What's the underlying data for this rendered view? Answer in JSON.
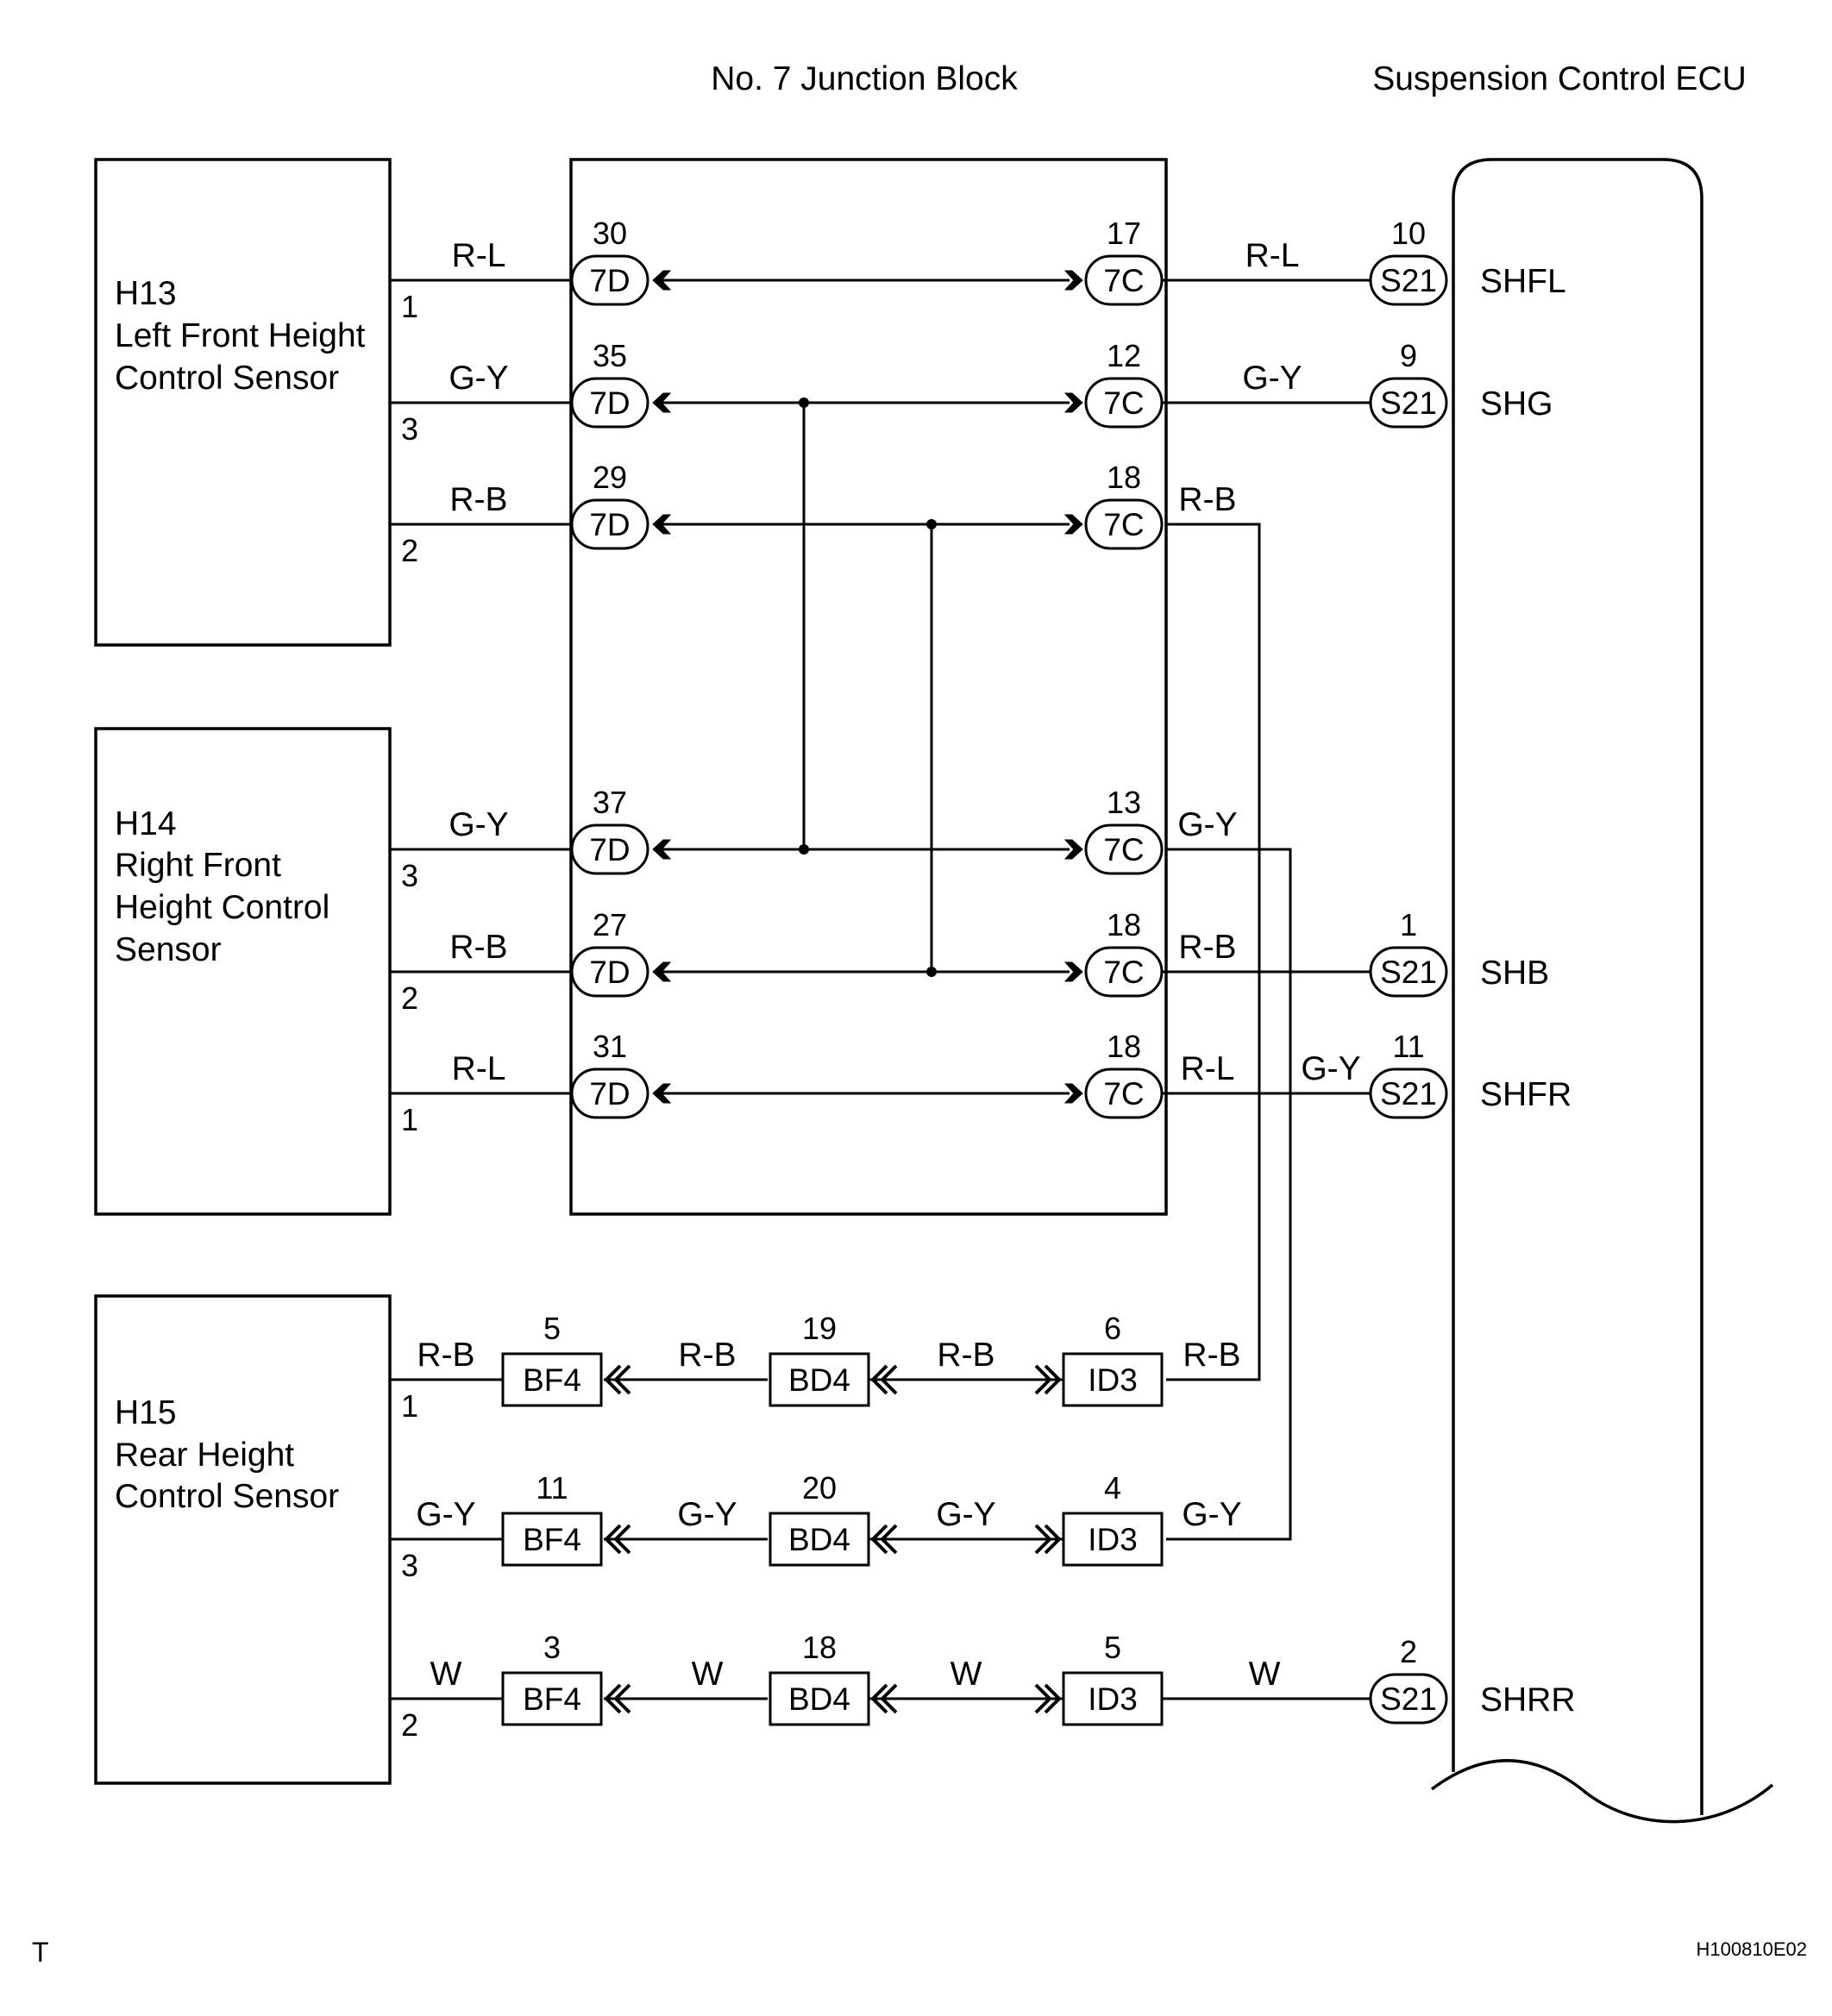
{
  "header": {
    "junction_block": "No. 7 Junction Block",
    "ecu": "Suspension Control ECU"
  },
  "components": {
    "h13": {
      "code": "H13",
      "line1": "Left Front Height",
      "line2": "Control Sensor"
    },
    "h14": {
      "code": "H14",
      "line1": "Right Front",
      "line2": "Height Control",
      "line3": "Sensor"
    },
    "h15": {
      "code": "H15",
      "line1": "Rear Height",
      "line2": "Control Sensor"
    }
  },
  "junction_rows": [
    {
      "sensor_pin": "1",
      "wire_in": "R-L",
      "pin_7d": "30",
      "conn_7d": "7D",
      "pin_7c": "17",
      "conn_7c": "7C",
      "wire_out": "R-L",
      "ecu_pin": "10",
      "ecu_conn": "S21",
      "terminal": "SHFL"
    },
    {
      "sensor_pin": "3",
      "wire_in": "G-Y",
      "pin_7d": "35",
      "conn_7d": "7D",
      "pin_7c": "12",
      "conn_7c": "7C",
      "wire_out": "G-Y",
      "ecu_pin": "9",
      "ecu_conn": "S21",
      "terminal": "SHG"
    },
    {
      "sensor_pin": "2",
      "wire_in": "R-B",
      "pin_7d": "29",
      "conn_7d": "7D",
      "pin_7c": "18",
      "conn_7c": "7C",
      "wire_out": "R-B"
    },
    {
      "sensor_pin": "3",
      "wire_in": "G-Y",
      "pin_7d": "37",
      "conn_7d": "7D",
      "pin_7c": "13",
      "conn_7c": "7C",
      "wire_out": "G-Y"
    },
    {
      "sensor_pin": "2",
      "wire_in": "R-B",
      "pin_7d": "27",
      "conn_7d": "7D",
      "pin_7c": "18",
      "conn_7c": "7C",
      "wire_out": "R-B",
      "ecu_pin": "1",
      "ecu_conn": "S21",
      "terminal": "SHB"
    },
    {
      "sensor_pin": "1",
      "wire_in": "R-L",
      "pin_7d": "31",
      "conn_7d": "7D",
      "pin_7c": "18",
      "conn_7c": "7C",
      "wire_out": "R-L",
      "wire_out2": "G-Y",
      "ecu_pin": "11",
      "ecu_conn": "S21",
      "terminal": "SHFR"
    }
  ],
  "rear_rows": [
    {
      "sensor_pin": "1",
      "w1": "R-B",
      "bf4_pin": "5",
      "bf4": "BF4",
      "w2": "R-B",
      "bd4_pin": "19",
      "bd4": "BD4",
      "w3": "R-B",
      "id3_pin": "6",
      "id3": "ID3",
      "w4": "R-B"
    },
    {
      "sensor_pin": "3",
      "w1": "G-Y",
      "bf4_pin": "11",
      "bf4": "BF4",
      "w2": "G-Y",
      "bd4_pin": "20",
      "bd4": "BD4",
      "w3": "G-Y",
      "id3_pin": "4",
      "id3": "ID3",
      "w4": "G-Y"
    },
    {
      "sensor_pin": "2",
      "w1": "W",
      "bf4_pin": "3",
      "bf4": "BF4",
      "w2": "W",
      "bd4_pin": "18",
      "bd4": "BD4",
      "w3": "W",
      "id3_pin": "5",
      "id3": "ID3",
      "w4": "W",
      "ecu_pin": "2",
      "ecu_conn": "S21",
      "terminal": "SHRR"
    }
  ],
  "footer": {
    "left": "T",
    "right": "H100810E02"
  }
}
